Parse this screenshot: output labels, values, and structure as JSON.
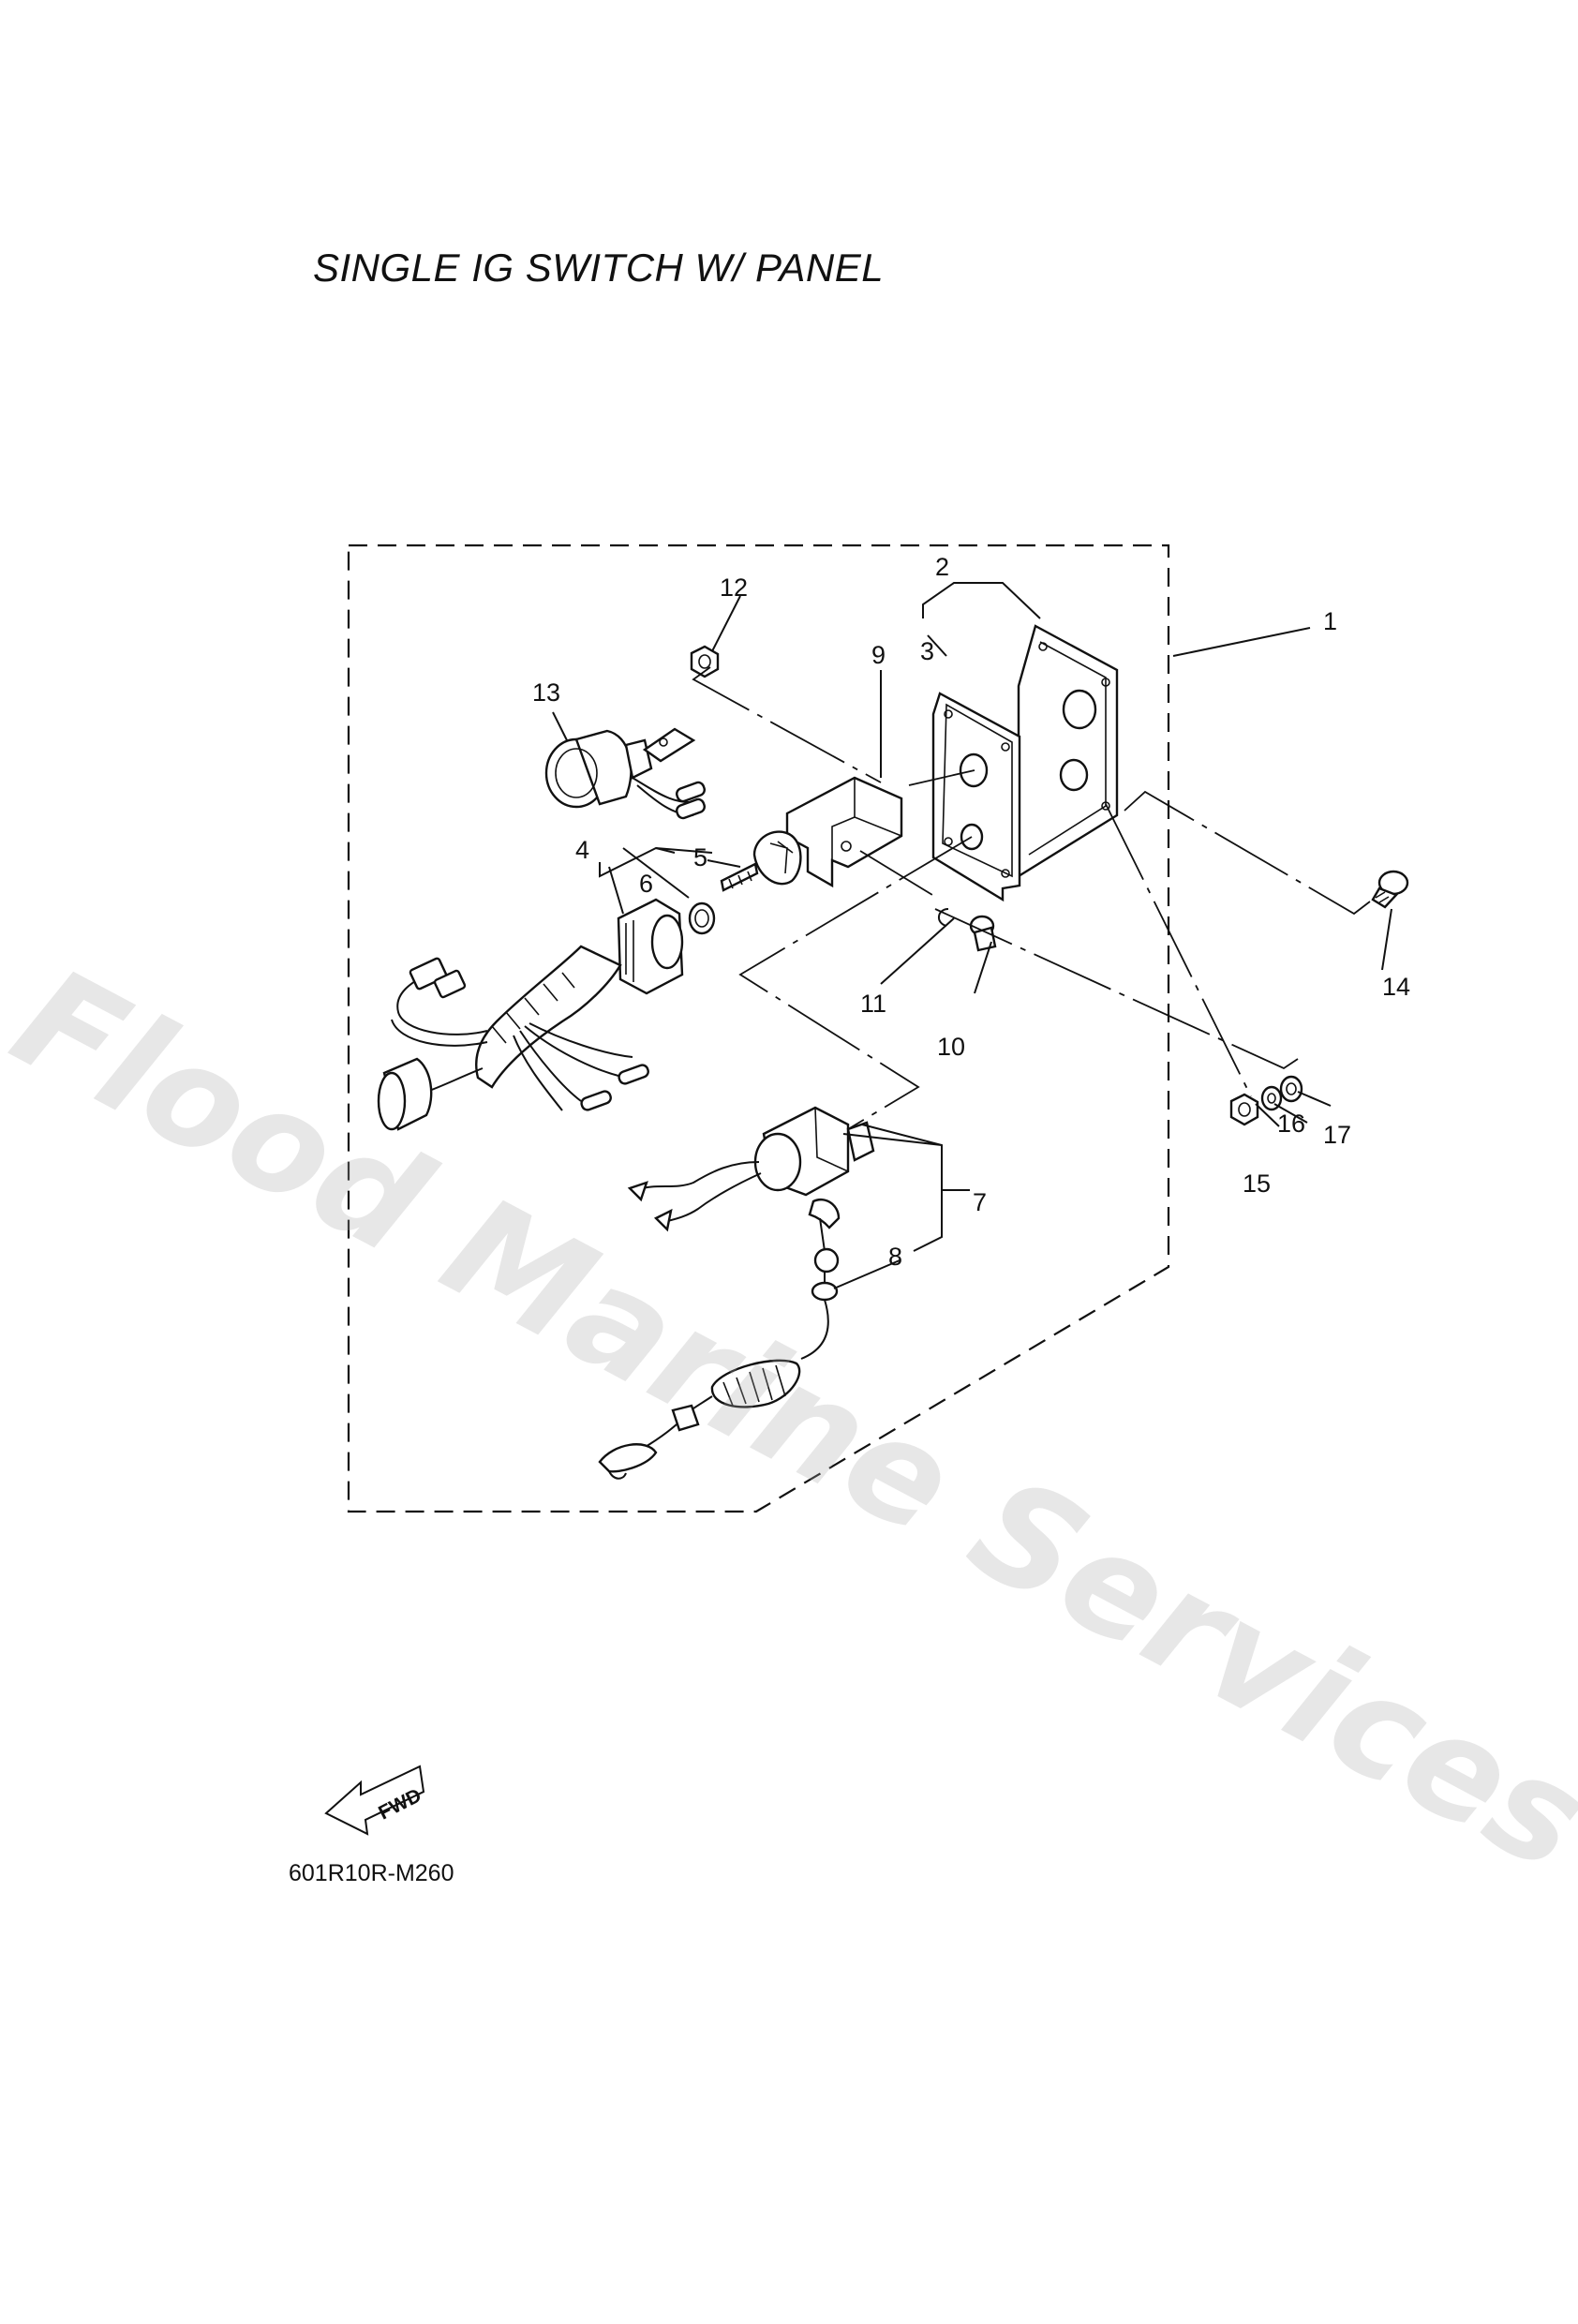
{
  "title": "SINGLE IG SWITCH W/ PANEL",
  "figure_code": "601R10R-M260",
  "watermark": "Flood Marine Services",
  "fwd_label": "FWD",
  "callouts": [
    "1",
    "2",
    "3",
    "4",
    "5",
    "6",
    "7",
    "8",
    "9",
    "10",
    "11",
    "12",
    "13",
    "14",
    "15",
    "16",
    "17"
  ]
}
